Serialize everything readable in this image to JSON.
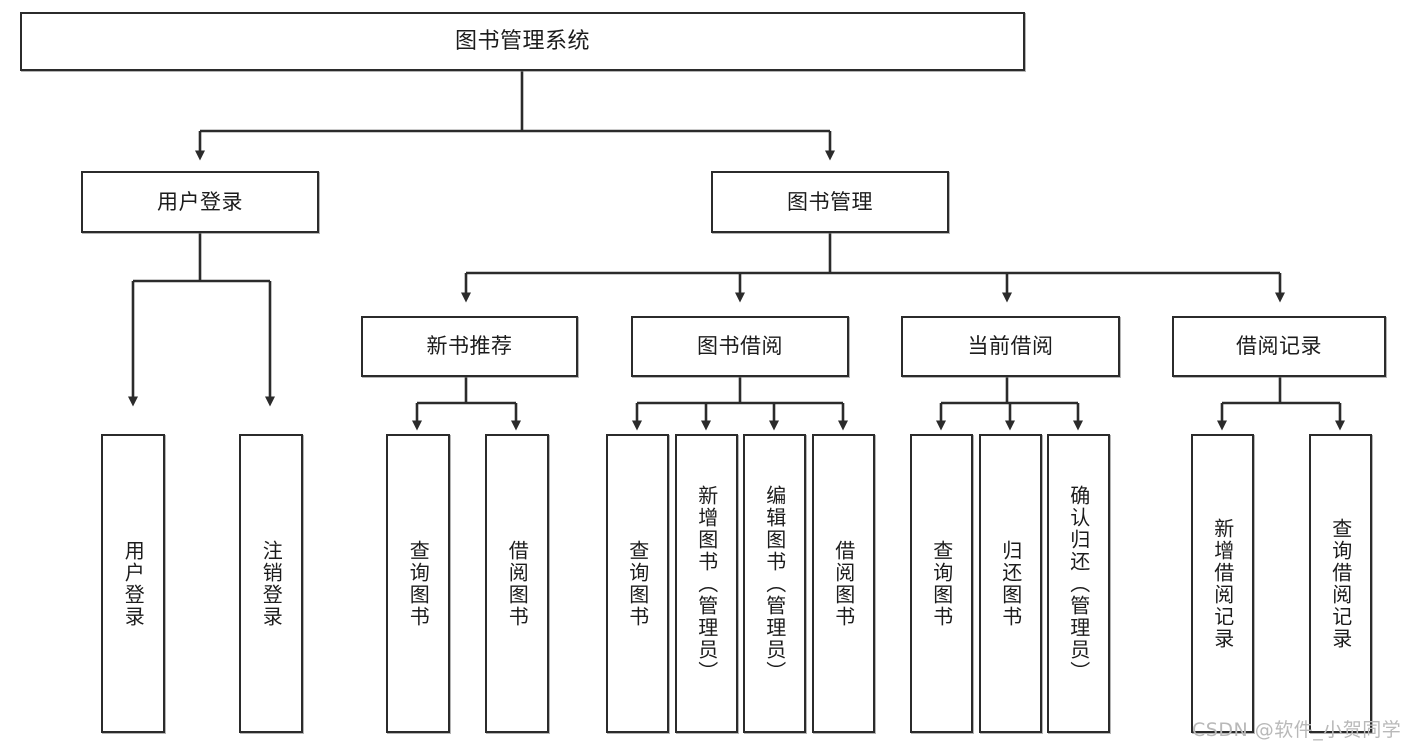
{
  "diagram": {
    "title": "图书管理系统",
    "type": "tree-hierarchy-chart",
    "root": {
      "label": "图书管理系统"
    },
    "level2": [
      {
        "key": "user-login",
        "label": "用户登录"
      },
      {
        "key": "book-manage",
        "label": "图书管理"
      }
    ],
    "level3": [
      {
        "key": "new-book-recommend",
        "label": "新书推荐"
      },
      {
        "key": "book-borrow",
        "label": "图书借阅"
      },
      {
        "key": "current-borrow",
        "label": "当前借阅"
      },
      {
        "key": "borrow-record",
        "label": "借阅记录"
      }
    ],
    "leaves": [
      {
        "key": "leaf-user-login",
        "label": "用户登录",
        "parent": "user-login"
      },
      {
        "key": "leaf-logout-login",
        "label": "注销登录",
        "parent": "user-login"
      },
      {
        "key": "leaf-query-book-1",
        "label": "查询图书",
        "parent": "new-book-recommend"
      },
      {
        "key": "leaf-borrow-book-1",
        "label": "借阅图书",
        "parent": "new-book-recommend"
      },
      {
        "key": "leaf-query-book-2",
        "label": "查询图书",
        "parent": "book-borrow"
      },
      {
        "key": "leaf-add-book",
        "label": "新增图书（管理员）",
        "parent": "book-borrow"
      },
      {
        "key": "leaf-edit-book",
        "label": "编辑图书（管理员）",
        "parent": "book-borrow"
      },
      {
        "key": "leaf-borrow-book-2",
        "label": "借阅图书",
        "parent": "book-borrow"
      },
      {
        "key": "leaf-query-book-3",
        "label": "查询图书",
        "parent": "current-borrow"
      },
      {
        "key": "leaf-return-book",
        "label": "归还图书",
        "parent": "current-borrow"
      },
      {
        "key": "leaf-confirm-return",
        "label": "确认归还（管理员）",
        "parent": "current-borrow"
      },
      {
        "key": "leaf-add-record",
        "label": "新增借阅记录",
        "parent": "borrow-record"
      },
      {
        "key": "leaf-query-record",
        "label": "查询借阅记录",
        "parent": "borrow-record"
      }
    ]
  },
  "watermark": {
    "text": "CSDN @软件_小贺同学"
  },
  "colors": {
    "stroke": "#2b2b2b",
    "fill": "#ffffff",
    "text": "#1c1c1c",
    "watermark": "#b9b9b9"
  }
}
